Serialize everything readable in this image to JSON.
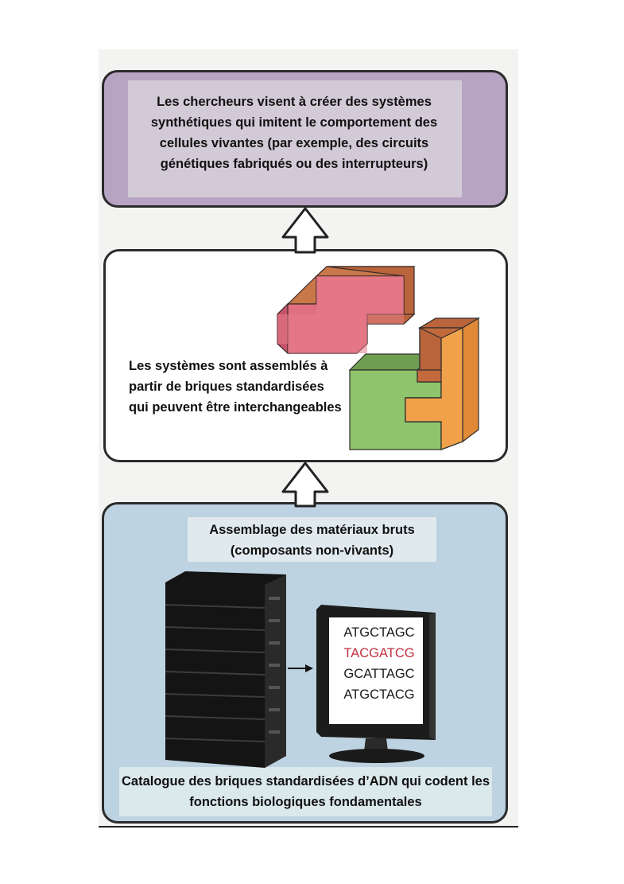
{
  "top_box": {
    "text": "Les chercheurs visent à créer des systèmes synthétiques qui imitent le comportement des cellules vivantes (par exemple, des circuits génétiques fabriqués ou des interrupteurs)"
  },
  "middle_box": {
    "text": "Les systèmes sont assemblés à partir de briques standardisées qui peuvent être interchangeables"
  },
  "bottom_box": {
    "title": "Assemblage des matériaux bruts (composants non-vivants)",
    "caption": "Catalogue des briques standardisées d’ADN qui codent les fonctions biologiques fondamentales"
  },
  "screen": {
    "sequences": [
      "ATGCTAGC",
      "TACGATCG",
      "GCATTAGC",
      "ATGCTACG"
    ],
    "highlight_color": "#c23040"
  },
  "colors": {
    "top_box": "#b7a4c3",
    "bottom_box": "#bed3e1",
    "brick_pink": "#e0707f",
    "brick_green": "#8fc46c",
    "brick_orange": "#f0a14a",
    "brick_brown": "#b9643a"
  },
  "icons": [
    "up-arrow-icon",
    "server-rack-icon",
    "right-arrow-icon",
    "monitor-icon",
    "puzzle-brick-icon"
  ]
}
